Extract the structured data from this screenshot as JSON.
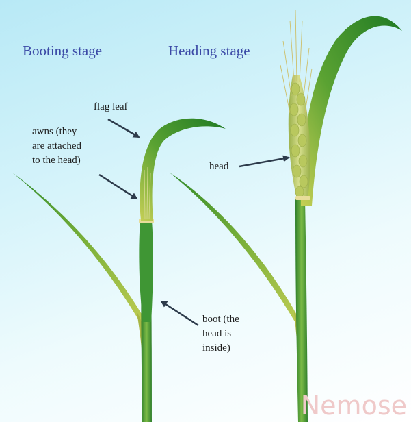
{
  "titles": {
    "booting": "Booting stage",
    "heading": "Heading stage"
  },
  "labels": {
    "flag_leaf": "flag leaf",
    "awns": [
      "awns (they",
      "are attached",
      "to the head)"
    ],
    "head": "head",
    "boot": [
      "boot (the",
      "head is",
      "inside)"
    ]
  },
  "watermark": "Nemose",
  "colors": {
    "title": "#3b49a6",
    "label": "#1e1e1e",
    "leaf_dark": "#2f8a2a",
    "leaf_light": "#b9c64a",
    "stem": "#4f9a38",
    "head": "#c9d47a",
    "arrow": "#2d3b4b",
    "watermark": "#efc9c9"
  }
}
